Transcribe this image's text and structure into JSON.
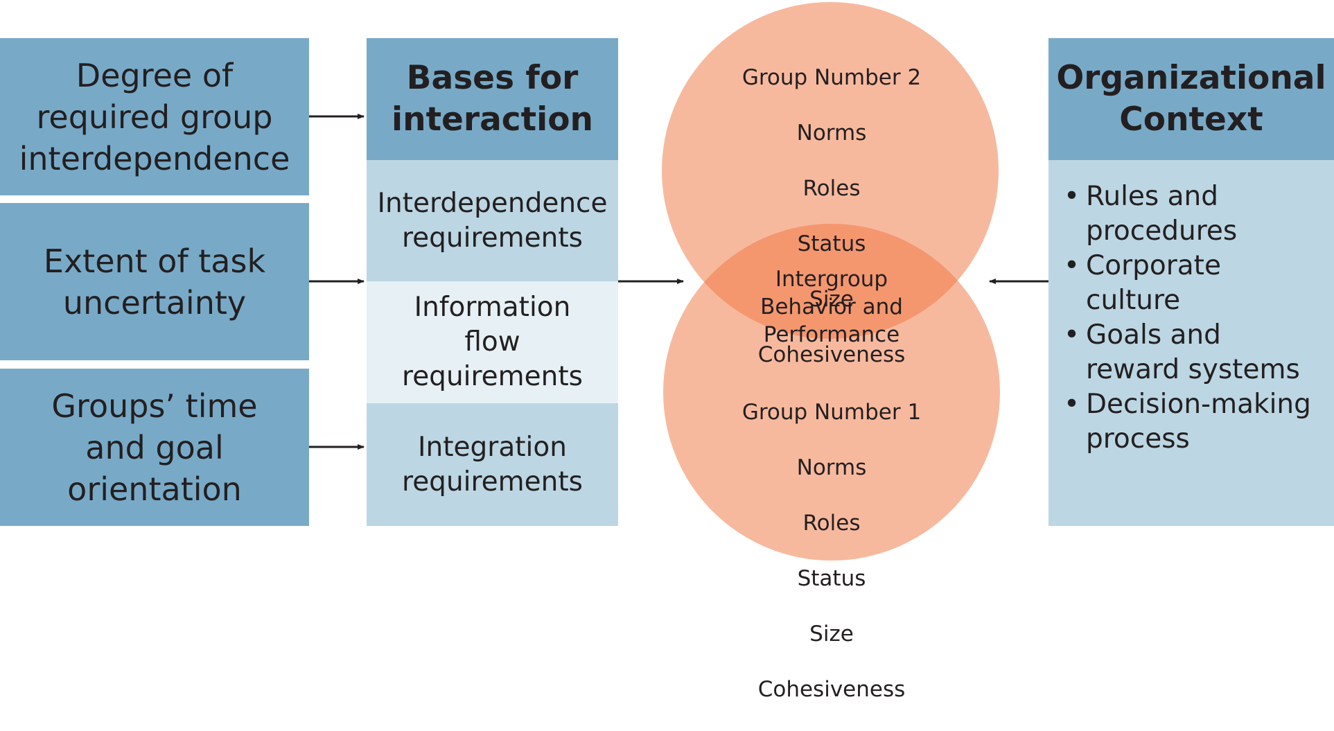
{
  "factors": [
    {
      "label": "Degree of\nrequired group\ninterdependence"
    },
    {
      "label": "Extent of task\nuncertainty"
    },
    {
      "label": "Groups’ time\nand goal\norientation"
    }
  ],
  "bases": {
    "title": "Bases for\ninteraction",
    "items": [
      {
        "label": "Interdependence\nrequirements"
      },
      {
        "label": "Information\nflow\nrequirements"
      },
      {
        "label": "Integration\nrequirements"
      }
    ]
  },
  "groups": {
    "group2": {
      "title": "Group Number 2",
      "attributes": [
        "Norms",
        "Roles",
        "Status",
        "Size",
        "Cohesiveness"
      ]
    },
    "overlap": {
      "label": "Intergroup\nBehavior and\nPerformance"
    },
    "group1": {
      "title": "Group Number 1",
      "attributes": [
        "Norms",
        "Roles",
        "Status",
        "Size",
        "Cohesiveness"
      ]
    }
  },
  "org_context": {
    "title": "Organizational\nContext",
    "bullet": "•",
    "items": [
      {
        "label": "Rules and\nprocedures"
      },
      {
        "label": "Corporate\nculture"
      },
      {
        "label": "Goals and\nreward systems"
      },
      {
        "label": "Decision-making\nprocess"
      }
    ]
  },
  "colors": {
    "dark_blue": "#78aac8",
    "light_blue": "#bcd6e3",
    "pale_blue": "#e6f0f5",
    "circle": "#f7b99e",
    "overlap": "#f4976f",
    "arrow": "#231f20"
  }
}
